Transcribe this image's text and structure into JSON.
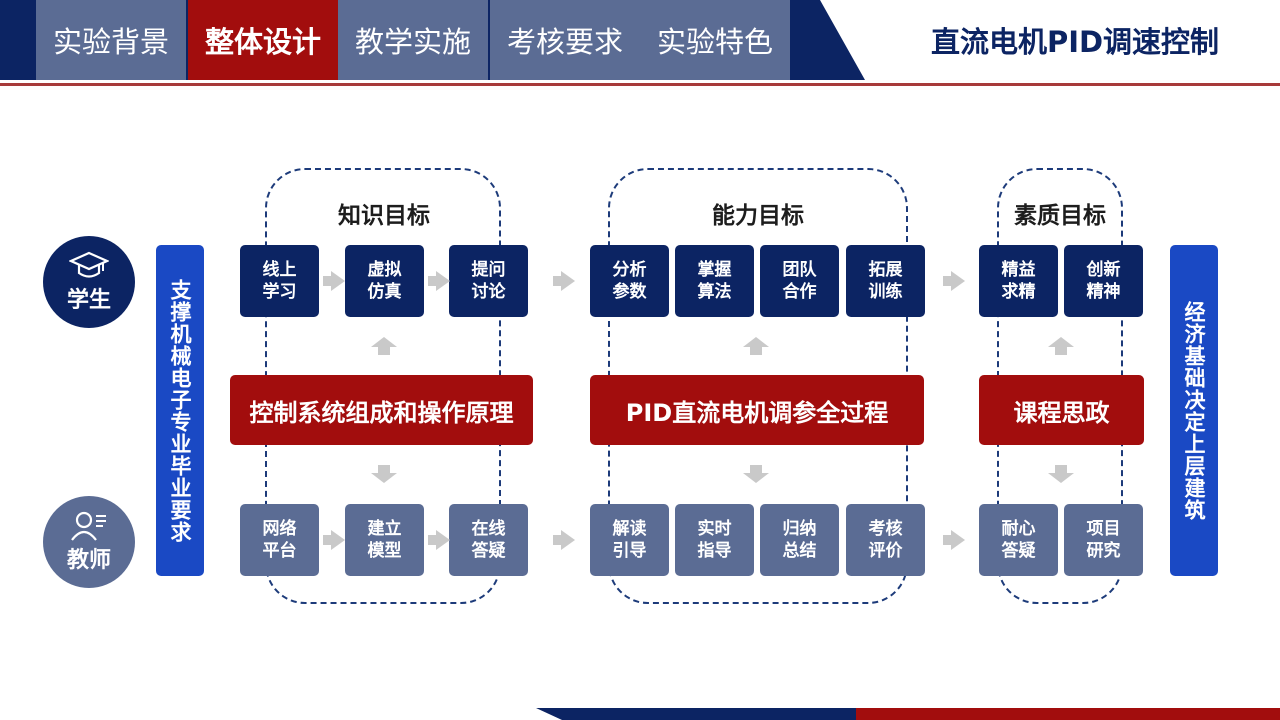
{
  "nav": {
    "tabs": [
      {
        "label": "实验背景",
        "active": false
      },
      {
        "label": "整体设计",
        "active": true
      },
      {
        "label": "教学实施",
        "active": false
      },
      {
        "label": "考核要求",
        "active": false
      },
      {
        "label": "实验特色",
        "active": false
      }
    ],
    "title": "直流电机PID调速控制"
  },
  "roles": {
    "student": {
      "label": "学生",
      "icon": "graduation-cap-icon"
    },
    "teacher": {
      "label": "教师",
      "icon": "person-list-icon"
    }
  },
  "side_bars": {
    "left": "支撑机械电子专业毕业要求",
    "right": "经济基础决定上层建筑"
  },
  "groups": {
    "knowledge": {
      "title": "知识目标",
      "student_items": [
        "线上\n学习",
        "虚拟\n仿真",
        "提问\n讨论"
      ],
      "core": "控制系统组成和操作原理",
      "teacher_items": [
        "网络\n平台",
        "建立\n模型",
        "在线\n答疑"
      ]
    },
    "ability": {
      "title": "能力目标",
      "student_items": [
        "分析\n参数",
        "掌握\n算法",
        "团队\n合作",
        "拓展\n训练"
      ],
      "core": "PID直流电机调参全过程",
      "teacher_items": [
        "解读\n引导",
        "实时\n指导",
        "归纳\n总结",
        "考核\n评价"
      ]
    },
    "quality": {
      "title": "素质目标",
      "student_items": [
        "精益\n求精",
        "创新\n精神"
      ],
      "core": "课程思政",
      "teacher_items": [
        "耐心\n答疑",
        "项目\n研究"
      ]
    }
  },
  "colors": {
    "navy": "#0c2463",
    "slate": "#5b6c94",
    "red": "#a20d0d",
    "blue": "#1a49c4",
    "arrow": "#c9c9c9"
  }
}
